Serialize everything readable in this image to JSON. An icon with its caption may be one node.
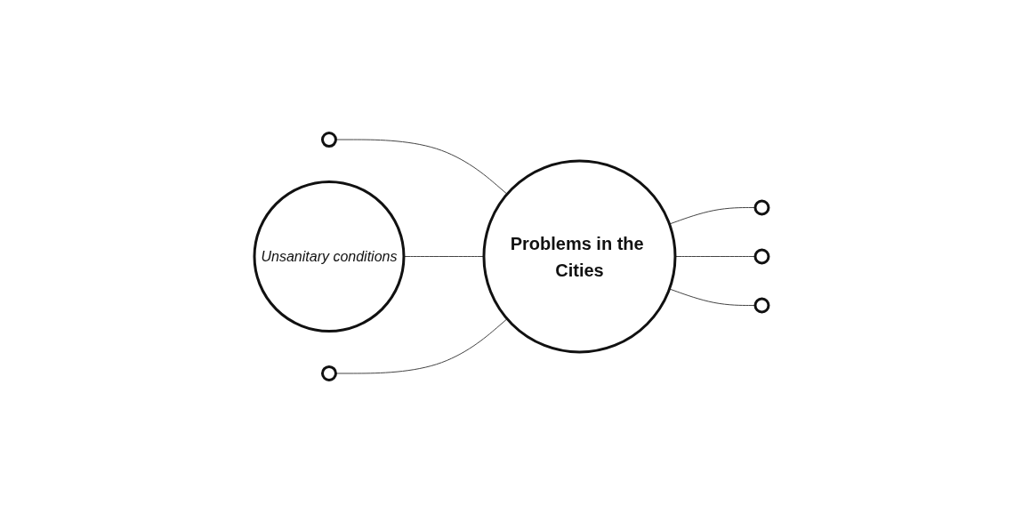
{
  "diagram": {
    "nodes": [
      {
        "text": [],
        "shape": "ellipse"
      },
      {
        "text": [
          "Unsanitary conditions"
        ]
      },
      {
        "text": [],
        "shape": "ellipse"
      },
      {
        "text": [
          "Problems in the Cities"
        ]
      },
      {
        "text": [],
        "shape": "ellipse"
      },
      {
        "text": [],
        "shape": "ellipse"
      },
      {
        "text": [],
        "shape": "ellipse"
      }
    ],
    "edges": [
      {
        "from": 0,
        "to": 3,
        "arrow": "none"
      },
      {
        "from": 1,
        "to": 3,
        "arrow": "none"
      },
      {
        "from": 4,
        "to": 3,
        "arrow": "none"
      },
      {
        "from": 3,
        "to": 2,
        "arrow": "none"
      },
      {
        "from": 3,
        "to": 5,
        "arrow": "none"
      },
      {
        "from": 3,
        "to": 6,
        "arrow": "none"
      }
    ]
  }
}
